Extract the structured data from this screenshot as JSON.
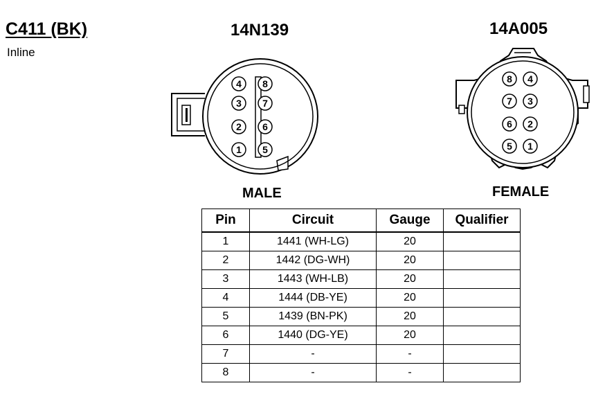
{
  "connector": {
    "id": "C411 (BK)",
    "location": "Inline"
  },
  "male": {
    "part_number": "14N139",
    "label": "MALE",
    "pins": [
      "4",
      "8",
      "3",
      "7",
      "2",
      "6",
      "1",
      "5"
    ]
  },
  "female": {
    "part_number": "14A005",
    "label": "FEMALE",
    "pins": [
      "8",
      "4",
      "7",
      "3",
      "6",
      "2",
      "5",
      "1"
    ]
  },
  "table": {
    "headers": [
      "Pin",
      "Circuit",
      "Gauge",
      "Qualifier"
    ],
    "rows": [
      {
        "pin": "1",
        "circuit": "1441 (WH-LG)",
        "gauge": "20",
        "qualifier": ""
      },
      {
        "pin": "2",
        "circuit": "1442 (DG-WH)",
        "gauge": "20",
        "qualifier": ""
      },
      {
        "pin": "3",
        "circuit": "1443 (WH-LB)",
        "gauge": "20",
        "qualifier": ""
      },
      {
        "pin": "4",
        "circuit": "1444 (DB-YE)",
        "gauge": "20",
        "qualifier": ""
      },
      {
        "pin": "5",
        "circuit": "1439 (BN-PK)",
        "gauge": "20",
        "qualifier": ""
      },
      {
        "pin": "6",
        "circuit": "1440 (DG-YE)",
        "gauge": "20",
        "qualifier": ""
      },
      {
        "pin": "7",
        "circuit": "-",
        "gauge": "-",
        "qualifier": ""
      },
      {
        "pin": "8",
        "circuit": "-",
        "gauge": "-",
        "qualifier": ""
      }
    ]
  }
}
